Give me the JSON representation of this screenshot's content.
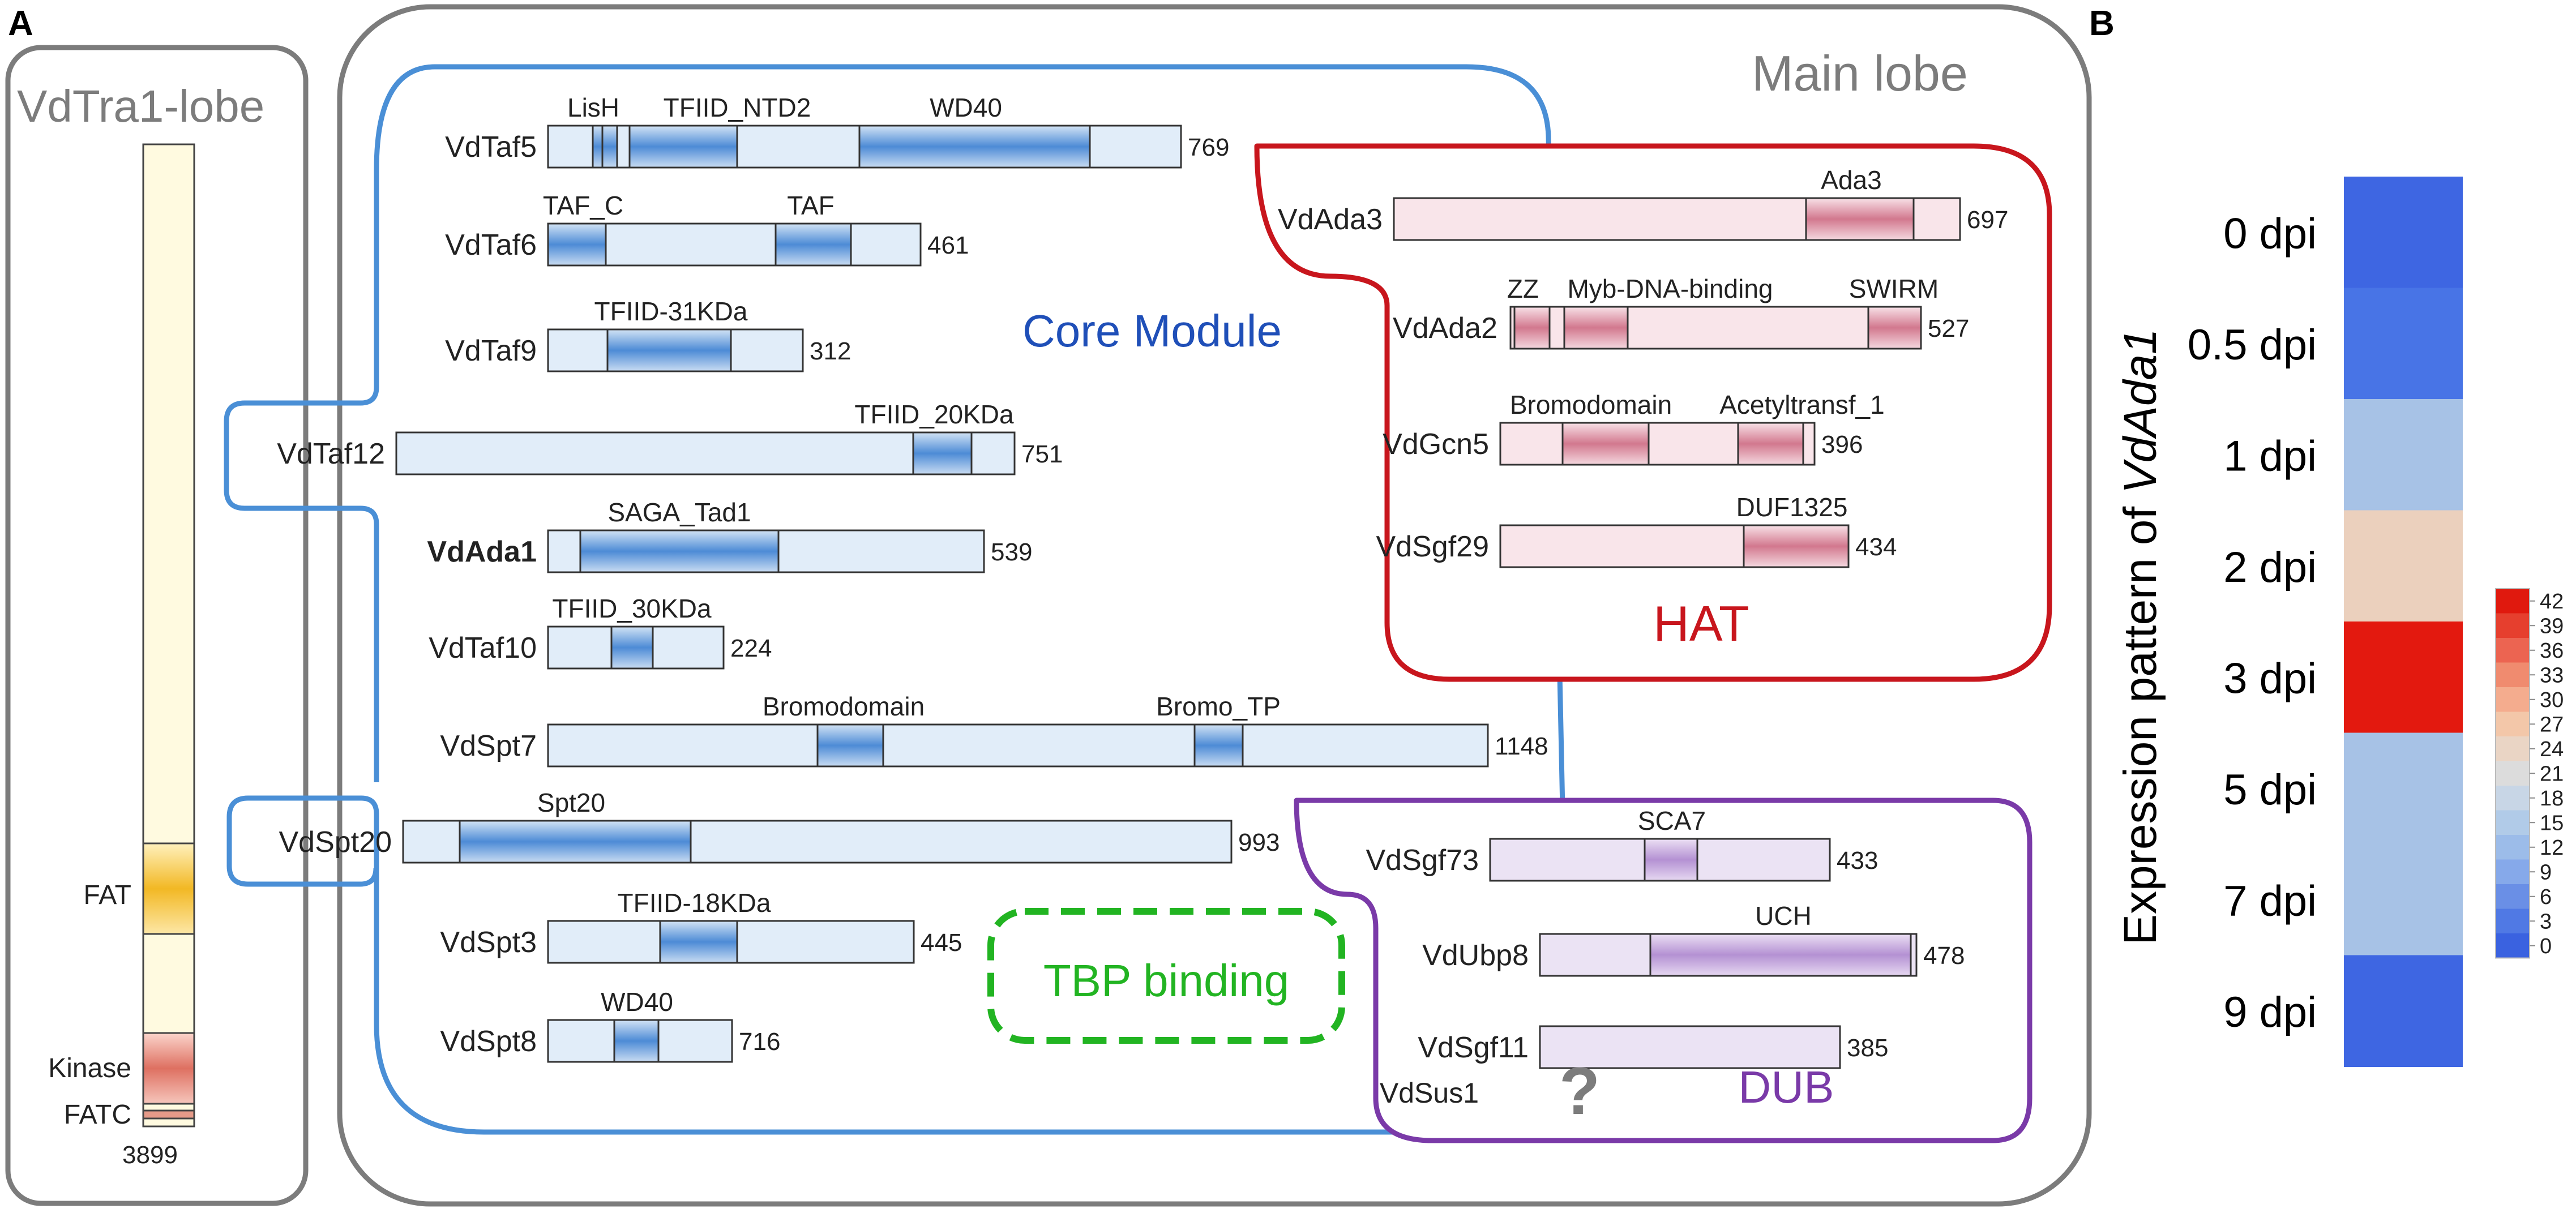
{
  "panels": {
    "a": "A",
    "b": "B"
  },
  "tra1_lobe": {
    "title": "VdTra1-lobe",
    "domains": [
      {
        "label": "FAT"
      },
      {
        "label": "Kinase"
      },
      {
        "label": "FATC"
      }
    ],
    "length": "3899"
  },
  "main_lobe": {
    "title": "Main lobe"
  },
  "modules": {
    "core": "Core Module",
    "hat": "HAT",
    "dub": "DUB",
    "tbp": "TBP binding"
  },
  "proteins": [
    {
      "name": "VdTaf5",
      "length": "769",
      "domains": [
        "LisH",
        "TFIID_NTD2",
        "WD40"
      ]
    },
    {
      "name": "VdTaf6",
      "length": "461",
      "domains": [
        "TAF_C",
        "TAF"
      ]
    },
    {
      "name": "VdTaf9",
      "length": "312",
      "domains": [
        "TFIID-31KDa"
      ]
    },
    {
      "name": "VdTaf12",
      "length": "751",
      "domains": [
        "TFIID_20KDa"
      ]
    },
    {
      "name": "VdAda1",
      "length": "539",
      "domains": [
        "SAGA_Tad1"
      ]
    },
    {
      "name": "VdTaf10",
      "length": "224",
      "domains": [
        "TFIID_30KDa"
      ]
    },
    {
      "name": "VdSpt7",
      "length": "1148",
      "domains": [
        "Bromodomain",
        "Bromo_TP"
      ]
    },
    {
      "name": "VdSpt20",
      "length": "993",
      "domains": [
        "Spt20"
      ]
    },
    {
      "name": "VdSpt3",
      "length": "445",
      "domains": [
        "TFIID-18KDa"
      ]
    },
    {
      "name": "VdSpt8",
      "length": "716",
      "domains": [
        "WD40"
      ]
    },
    {
      "name": "VdAda3",
      "length": "697",
      "domains": [
        "Ada3"
      ]
    },
    {
      "name": "VdAda2",
      "length": "527",
      "domains": [
        "ZZ",
        "Myb-DNA-binding",
        "SWIRM"
      ]
    },
    {
      "name": "VdGcn5",
      "length": "396",
      "domains": [
        "Bromodomain",
        "Acetyltransf_1"
      ]
    },
    {
      "name": "VdSgf29",
      "length": "434",
      "domains": [
        "DUF1325"
      ]
    },
    {
      "name": "VdSgf73",
      "length": "433",
      "domains": [
        "SCA7"
      ]
    },
    {
      "name": "VdUbp8",
      "length": "478",
      "domains": [
        "UCH"
      ]
    },
    {
      "name": "VdSgf11",
      "length": "385",
      "domains": []
    },
    {
      "name": "VdSus1",
      "length": "",
      "domains": []
    }
  ],
  "unknown_mark": "?",
  "expression": {
    "ylabel_prefix": "Expression pattern  of ",
    "ylabel_gene": "VdAda1",
    "timepoints": [
      "0 dpi",
      "0.5 dpi",
      "1 dpi",
      "2 dpi",
      "3 dpi",
      "5 dpi",
      "7 dpi",
      "9 dpi"
    ],
    "colors": [
      "#3e66e2",
      "#4874e6",
      "#a7c2e6",
      "#ebd0bd",
      "#e3190f",
      "#a7c2e6",
      "#a7c2e6",
      "#3e66e2"
    ],
    "colorbar": {
      "ticks": [
        "42",
        "39",
        "36",
        "33",
        "30",
        "27",
        "24",
        "21",
        "18",
        "15",
        "12",
        "9",
        "6",
        "3",
        "0"
      ],
      "colors": [
        "#e0190e",
        "#e63f2e",
        "#ec6451",
        "#f08b6f",
        "#f4ac8e",
        "#f3c7a9",
        "#ead5c5",
        "#dcdcdc",
        "#c8d6e6",
        "#b1cbe8",
        "#9cbce9",
        "#86a9ea",
        "#6a8fe6",
        "#5079e4",
        "#3a62e0"
      ]
    }
  }
}
